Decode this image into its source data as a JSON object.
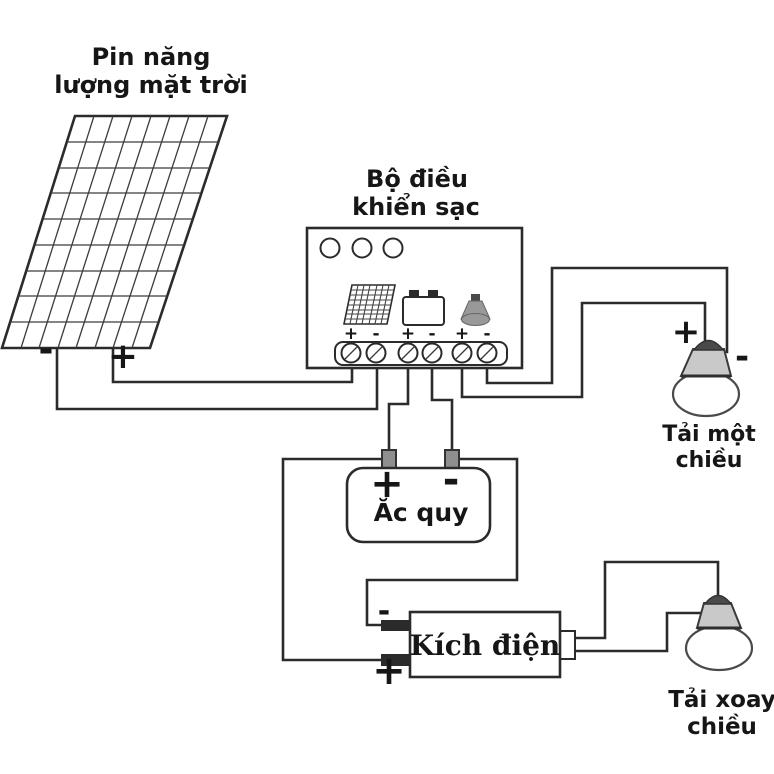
{
  "diagram": {
    "solar_panel": {
      "title_line1": "Pin năng",
      "title_line2": "lượng mặt trời",
      "terminal_minus": "-",
      "terminal_plus": "+"
    },
    "charge_controller": {
      "title_line1": "Bộ điều",
      "title_line2": "khiển sạc",
      "terminal_labels": [
        "+",
        "-",
        "+",
        "-",
        "+",
        "-"
      ]
    },
    "dc_load": {
      "plus": "+",
      "minus": "-",
      "label_line1": "Tải một",
      "label_line2": "chiều"
    },
    "battery": {
      "plus": "+",
      "minus": "-",
      "label": "Ăc quy"
    },
    "inverter": {
      "minus": "-",
      "plus": "+",
      "label": "Kích điện"
    },
    "ac_load": {
      "label_line1": "Tải xoay",
      "label_line2": "chiều"
    }
  },
  "colors": {
    "line": "#2b2b2b",
    "bulb_cap": "#4a4a4a",
    "bulb_neck": "#c9c9c9",
    "post_fill": "#8f8f8f",
    "icon_bulb_fill": "#999999",
    "background": "#ffffff"
  }
}
